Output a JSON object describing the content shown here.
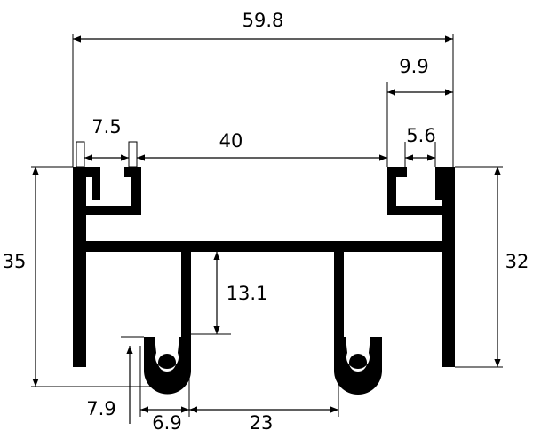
{
  "dimensions": {
    "overall_width": "59.8",
    "right_outer_gap": "9.9",
    "left_channel_gap": "7.5",
    "center_span": "40",
    "right_channel_gap": "5.6",
    "left_height": "35",
    "right_height": "32",
    "web_drop": "13.1",
    "hook_height": "7.9",
    "hook_width": "6.9",
    "hook_spacing": "23"
  },
  "colors": {
    "profile": "#000000",
    "background": "#ffffff"
  }
}
